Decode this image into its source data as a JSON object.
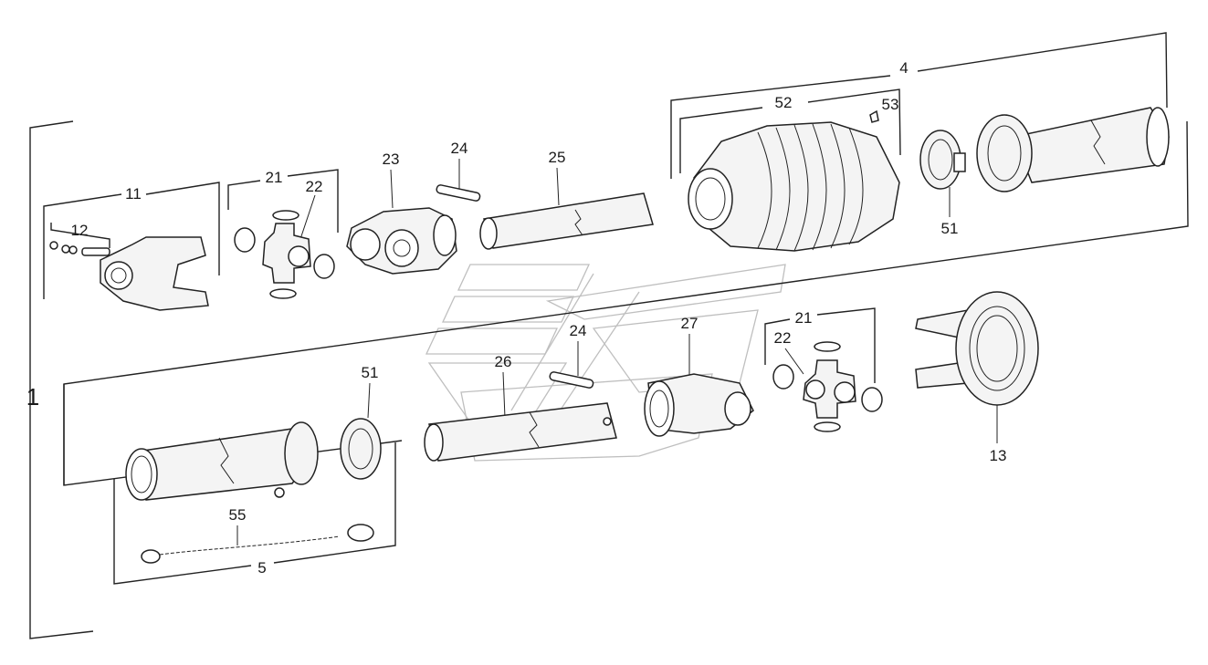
{
  "callouts": {
    "c1": "1",
    "c4": "4",
    "c5": "5",
    "c11": "11",
    "c12": "12",
    "c13": "13",
    "c21_top": "21",
    "c21_bottom": "21",
    "c22_top": "22",
    "c22_bottom": "22",
    "c23": "23",
    "c24_top": "24",
    "c24_bottom": "24",
    "c25": "25",
    "c26": "26",
    "c27": "27",
    "c51_top": "51",
    "c51_bottom": "51",
    "c52": "52",
    "c53": "53",
    "c55": "55"
  }
}
